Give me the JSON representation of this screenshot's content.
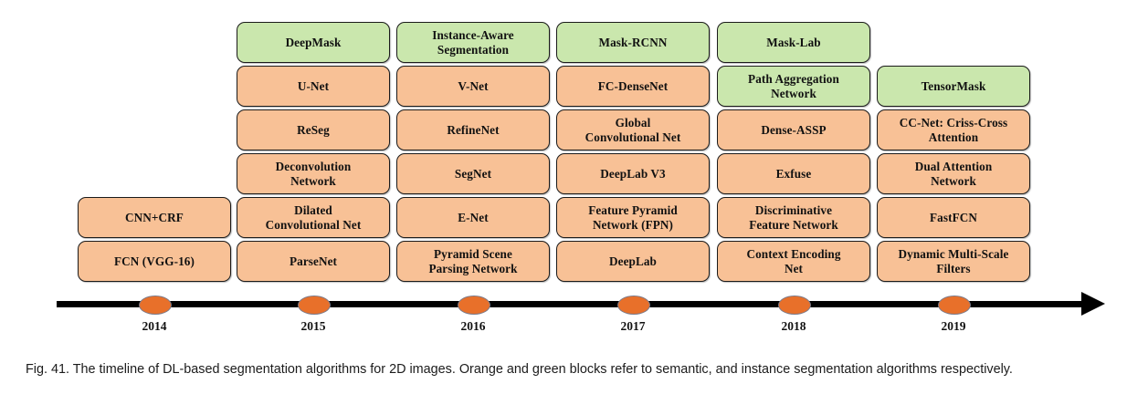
{
  "figure": {
    "caption": "Fig. 41. The timeline of DL-based segmentation algorithms for 2D images. Orange and green blocks refer to semantic, and instance segmentation algorithms respectively.",
    "colors": {
      "semantic_block": "#f8c196",
      "instance_block": "#cae7ad",
      "block_border": "#1a1a1a",
      "axis": "#000000",
      "tick_marker": "#e8702a",
      "text": "#111111"
    },
    "legend": {
      "semantic": "Orange blocks refer to semantic segmentation algorithms",
      "instance": "Green blocks refer to instance segmentation algorithms"
    }
  },
  "chart_data": {
    "type": "timeline",
    "title": "The timeline of DL-based segmentation algorithms for 2D images",
    "xlabel": "",
    "ylabel": "",
    "categories": [
      "2014",
      "2015",
      "2016",
      "2017",
      "2018",
      "2019"
    ],
    "grid": false,
    "legend_position": "caption",
    "columns": [
      {
        "year": "2014",
        "blocks": [
          {
            "label": "CNN+CRF",
            "type": "semantic",
            "row": 5
          },
          {
            "label": "FCN (VGG-16)",
            "type": "semantic",
            "row": 6
          }
        ]
      },
      {
        "year": "2015",
        "blocks": [
          {
            "label": "DeepMask",
            "type": "instance",
            "row": 1
          },
          {
            "label": "U-Net",
            "type": "semantic",
            "row": 2
          },
          {
            "label": "ReSeg",
            "type": "semantic",
            "row": 3
          },
          {
            "label": "Deconvolution\nNetwork",
            "type": "semantic",
            "row": 4
          },
          {
            "label": "Dilated\nConvolutional Net",
            "type": "semantic",
            "row": 5
          },
          {
            "label": "ParseNet",
            "type": "semantic",
            "row": 6
          }
        ]
      },
      {
        "year": "2016",
        "blocks": [
          {
            "label": "Instance-Aware\nSegmentation",
            "type": "instance",
            "row": 1
          },
          {
            "label": "V-Net",
            "type": "semantic",
            "row": 2
          },
          {
            "label": "RefineNet",
            "type": "semantic",
            "row": 3
          },
          {
            "label": "SegNet",
            "type": "semantic",
            "row": 4
          },
          {
            "label": "E-Net",
            "type": "semantic",
            "row": 5
          },
          {
            "label": "Pyramid Scene\nParsing Network",
            "type": "semantic",
            "row": 6
          }
        ]
      },
      {
        "year": "2017",
        "blocks": [
          {
            "label": "Mask-RCNN",
            "type": "instance",
            "row": 1
          },
          {
            "label": "FC-DenseNet",
            "type": "semantic",
            "row": 2
          },
          {
            "label": "Global\nConvolutional Net",
            "type": "semantic",
            "row": 3
          },
          {
            "label": "DeepLab V3",
            "type": "semantic",
            "row": 4
          },
          {
            "label": "Feature Pyramid\nNetwork (FPN)",
            "type": "semantic",
            "row": 5
          },
          {
            "label": "DeepLab",
            "type": "semantic",
            "row": 6
          }
        ]
      },
      {
        "year": "2018",
        "blocks": [
          {
            "label": "Mask-Lab",
            "type": "instance",
            "row": 1
          },
          {
            "label": "Path Aggregation\nNetwork",
            "type": "instance",
            "row": 2
          },
          {
            "label": "Dense-ASSP",
            "type": "semantic",
            "row": 3
          },
          {
            "label": "Exfuse",
            "type": "semantic",
            "row": 4
          },
          {
            "label": "Discriminative\nFeature Network",
            "type": "semantic",
            "row": 5
          },
          {
            "label": "Context Encoding\nNet",
            "type": "semantic",
            "row": 6
          }
        ]
      },
      {
        "year": "2019",
        "blocks": [
          {
            "label": "TensorMask",
            "type": "instance",
            "row": 2
          },
          {
            "label": "CC-Net: Criss-Cross\nAttention",
            "type": "semantic",
            "row": 3
          },
          {
            "label": "Dual Attention\nNetwork",
            "type": "semantic",
            "row": 4
          },
          {
            "label": "FastFCN",
            "type": "semantic",
            "row": 5
          },
          {
            "label": "Dynamic Multi-Scale\nFilters",
            "type": "semantic",
            "row": 6
          }
        ]
      }
    ]
  }
}
